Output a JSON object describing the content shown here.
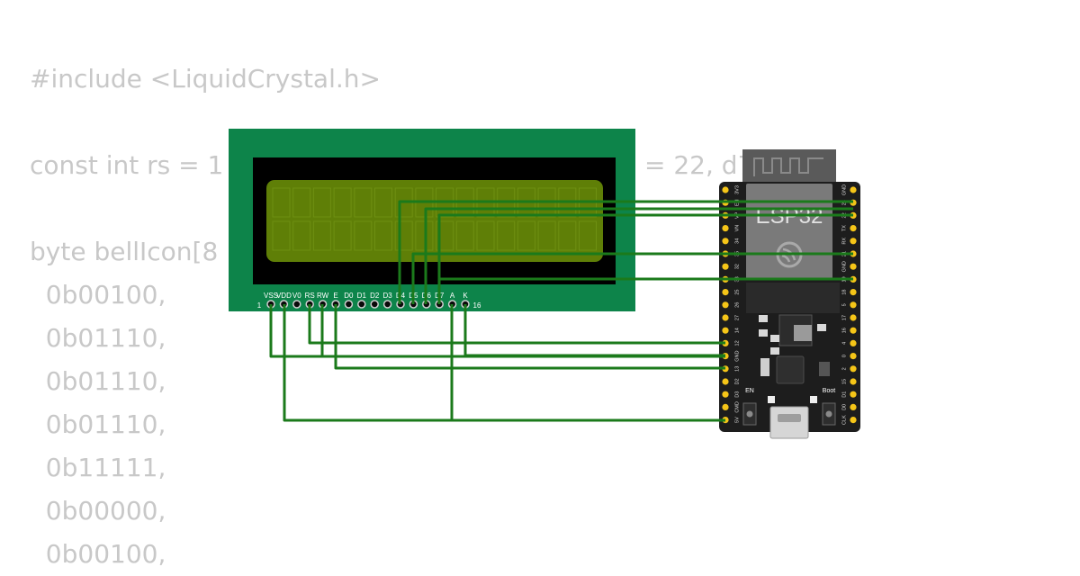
{
  "code_lines": [
    "#include <LiquidCrystal.h>",
    "",
    "const int rs = 1",
    "",
    "byte bellIcon[8",
    "  0b00100,",
    "  0b01110,",
    "  0b01110,",
    "  0b01110,",
    "  0b11111,",
    "  0b00000,",
    "  0b00100,"
  ],
  "code_overflow_text": "= 22, d7",
  "lcd": {
    "pin_labels": [
      "VSS",
      "VDD",
      "V0",
      "RS",
      "RW",
      "E",
      "D0",
      "D1",
      "D2",
      "D3",
      "D4",
      "D5",
      "D6",
      "D7",
      "A",
      "K"
    ],
    "pin_first": "1",
    "pin_last": "16"
  },
  "esp32": {
    "title": "ESP32",
    "left_pins": [
      "3V3",
      "EN",
      "VP",
      "VN",
      "34",
      "35",
      "32",
      "33",
      "25",
      "26",
      "27",
      "14",
      "12",
      "GND",
      "13",
      "D2",
      "D3",
      "CMD",
      "5V"
    ],
    "right_pins": [
      "GND",
      "23",
      "22",
      "TX",
      "RX",
      "21",
      "GND",
      "19",
      "18",
      "5",
      "17",
      "16",
      "4",
      "0",
      "2",
      "15",
      "D1",
      "D0",
      "CLK"
    ],
    "button_en": "EN",
    "button_boot": "Boot"
  },
  "colors": {
    "code_text": "#c8c8c8",
    "lcd_board": "#0d844a",
    "lcd_screen": "#5f7f07",
    "wire": "#1b7a1b",
    "esp_board": "#1d1d1d",
    "pin_gold": "#f5c518"
  }
}
